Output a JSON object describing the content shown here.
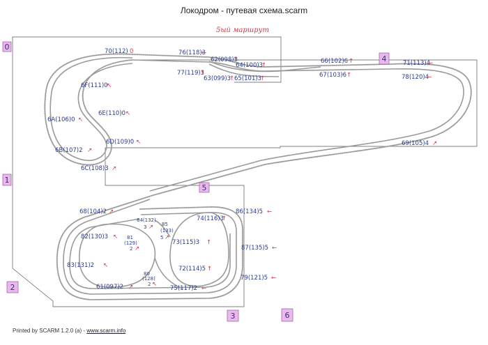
{
  "title": "Локодром - путевая схема.scarm",
  "route_note": "5ый маршрут",
  "footer": {
    "printed_by": "Printed by SCARM 1.2.0 (a) - ",
    "link": "www.scarm.info"
  },
  "zones": [
    "0",
    "1",
    "2",
    "3",
    "4",
    "5",
    "6"
  ],
  "labels": {
    "l70": "70(112)",
    "m70": "0",
    "l76": "76(118)3",
    "m76": "←",
    "l62": "62(098)3",
    "m62": "↑",
    "l64": "64(100)3",
    "m64": "↑",
    "l66": "66(102)6",
    "m66": "↑",
    "l71": "71(113)4",
    "m71": "←",
    "l77": "77(119)3",
    "m77": "↑",
    "l63": "63(099)3",
    "m63": "↑",
    "l65": "65(101)3",
    "m65": "↑",
    "l67": "67(103)6",
    "m67": "↑",
    "l78": "78(120)4",
    "m78": "←",
    "l6F": "6F(111)0",
    "m6F": "↖",
    "l6E": "6E(110)0",
    "m6E": "↖",
    "l6A": "6A(106)0",
    "m6A": "↖",
    "l6D": "6D(109)0",
    "m6D": "↖",
    "l6B": "6B(107)2",
    "m6B": "↗",
    "l6C": "6C(108)3",
    "m6C": "↗",
    "l69": "69(105)4",
    "m69": "↗",
    "l68": "68(104)2",
    "m68": "↗",
    "l86": "86(134)5",
    "m86": "←",
    "l84": "84(132)",
    "l84b": "3",
    "m84": "↗",
    "l85": "85",
    "l85b": "(133)",
    "l85c": "5",
    "m85": "↗",
    "l74": "74(116)3",
    "m74": "↑",
    "l82": "82(130)3",
    "m82": "↖",
    "l81": "81",
    "l81b": "(129)",
    "l81c": "2",
    "m81": "↗",
    "l73": "73(115)3",
    "m73": "↑",
    "l87": "87(135)5",
    "m87": "←",
    "l83": "83(131)2",
    "m83": "↖",
    "l72": "72(114)5",
    "m72": "↑",
    "l80": "80",
    "l80b": "(128)",
    "l80c": "2",
    "m80": "↖",
    "l79": "79(121)5",
    "m79": "←",
    "l61": "61(097)2",
    "m61": "↗",
    "l75": "75(117)2",
    "m75": "←"
  }
}
